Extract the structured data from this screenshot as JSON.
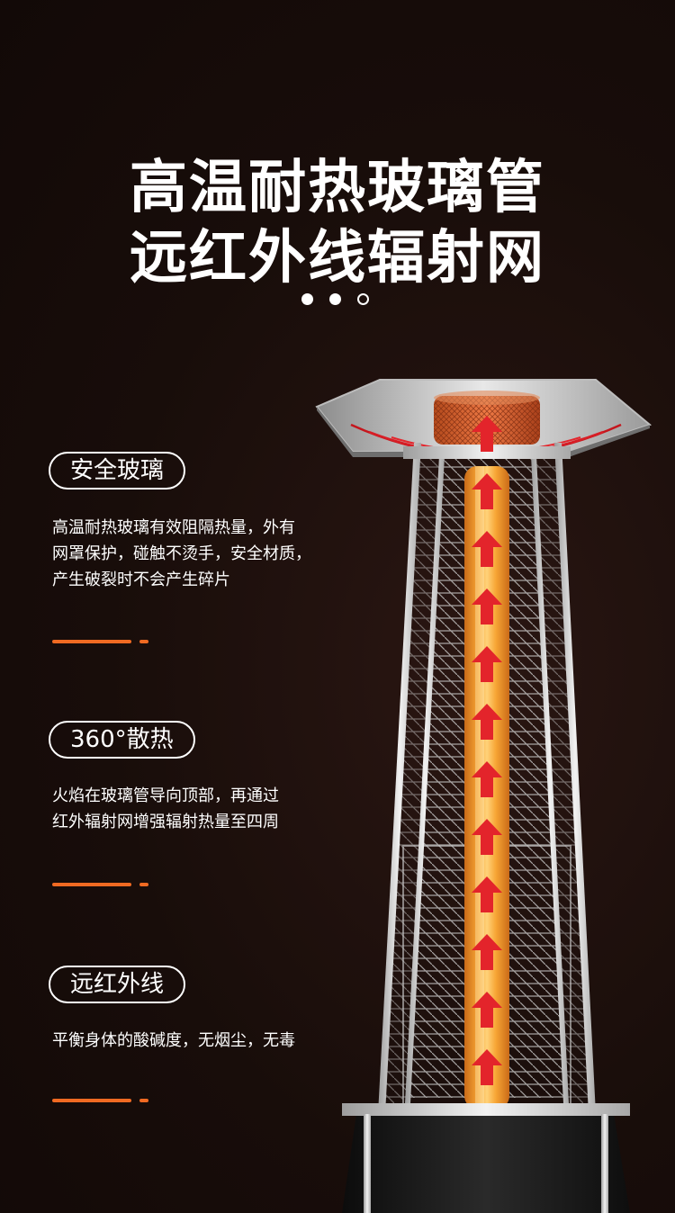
{
  "headline": {
    "line1": "高温耐热玻璃管",
    "line2": "远红外线辐射网"
  },
  "pager": {
    "count": 3,
    "active": 2
  },
  "features": [
    {
      "title": "安全玻璃",
      "lines": [
        "高温耐热玻璃有效阻隔热量，外有",
        "网罩保护，碰触不烫手，安全材质，",
        "产生破裂时不会产生碎片"
      ]
    },
    {
      "title": "360°散热",
      "lines": [
        "火焰在玻璃管导向顶部，再通过",
        "红外辐射网增强辐射热量至四周"
      ]
    },
    {
      "title": "远红外线",
      "lines": [
        "平衡身体的酸碱度，无烟尘，无毒"
      ]
    }
  ],
  "colors": {
    "background": "#150c09",
    "accent": "#f06a22",
    "arrow": "#e3242b",
    "flame_tube": "#f7a534"
  },
  "icons": [
    "heat-arrow-icon"
  ]
}
